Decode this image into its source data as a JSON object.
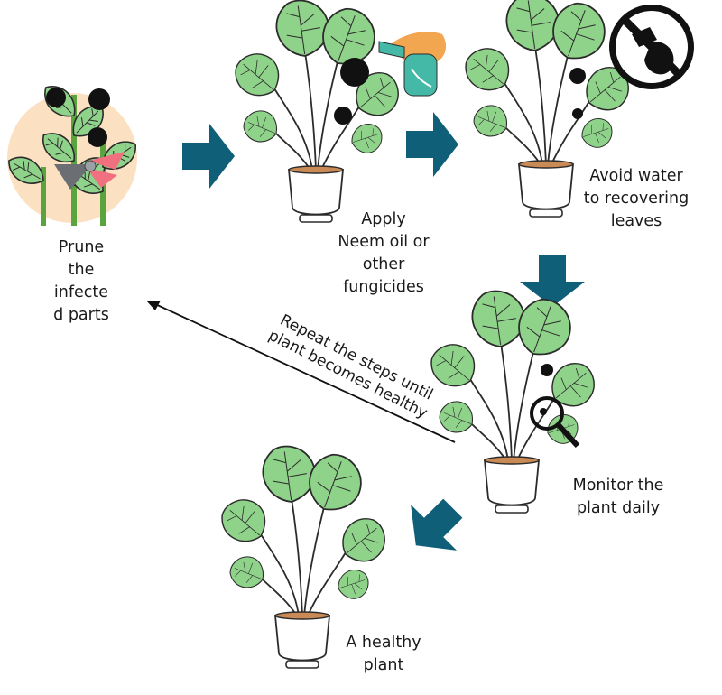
{
  "steps": [
    {
      "label": "Prune\nthe\ninfecte\nd parts",
      "icon": "pruning-shears-icon"
    },
    {
      "label": "Apply\nNeem oil or\nother\nfungicides",
      "icon": "spray-bottle-icon"
    },
    {
      "label": "Avoid water\nto recovering\nleaves",
      "icon": "no-watering-icon"
    },
    {
      "label": "Monitor the\nplant daily",
      "icon": "magnifier-icon"
    },
    {
      "label": "A healthy\nplant",
      "icon": "healthy-plant-icon"
    }
  ],
  "loop_label": "Repeat the steps until\nplant becomes healthy",
  "colors": {
    "arrow": "#0f5f78",
    "leaf": "#8fd38a",
    "leaf_outline": "#2b2b2b",
    "pot": "#ffffff",
    "soil": "#c98a55",
    "disease_spot": "#111111",
    "prune_circle": "#fbe0c2",
    "stem_green": "#7cc85a",
    "shears_red": "#f07080",
    "spray_bottle": "#44b9a8",
    "glove_orange": "#f2a64f"
  }
}
